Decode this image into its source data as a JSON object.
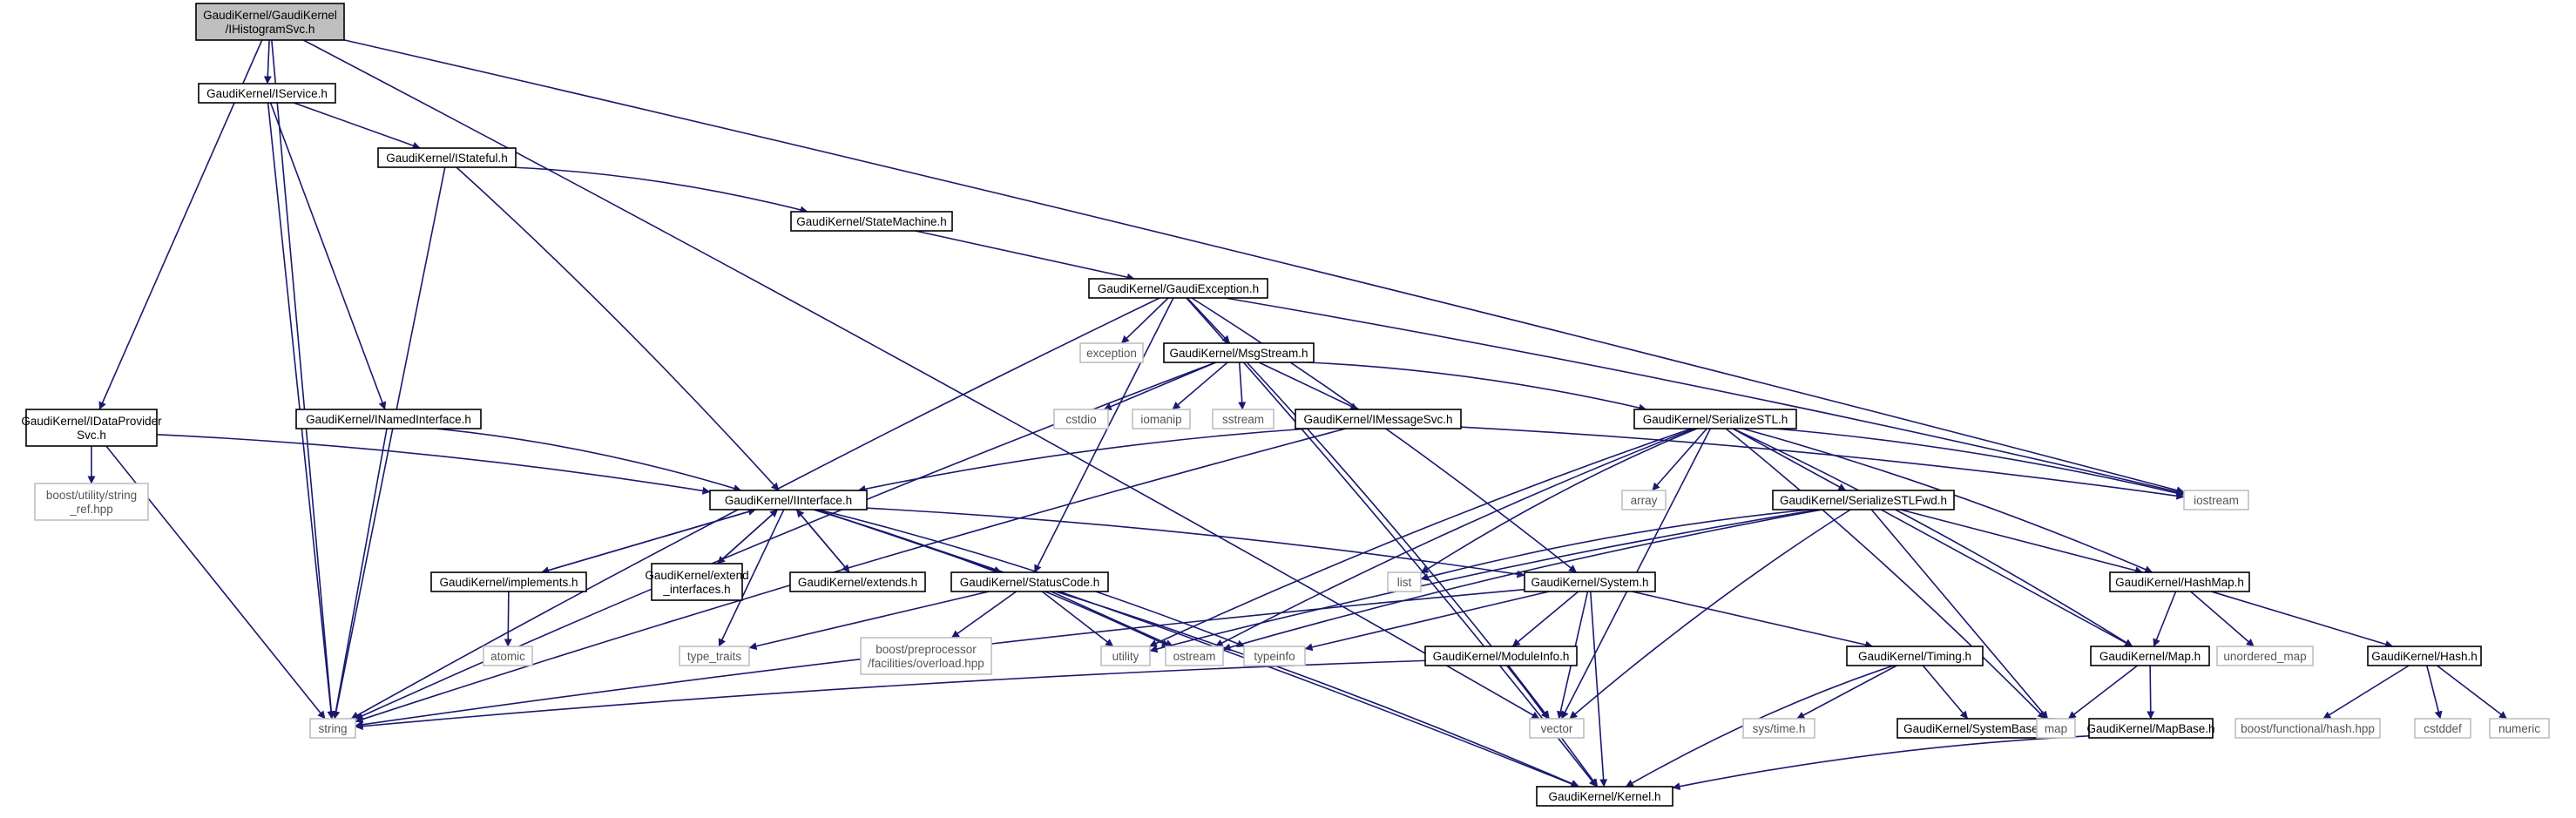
{
  "graph": {
    "colors": {
      "edge": "#191970",
      "root_fill": "#bfbfbf",
      "node_fill": "#ffffff",
      "node_border": "#000000",
      "external_border": "#bfbfbf",
      "text": "#000000",
      "external_text": "#555555"
    },
    "nodes": [
      {
        "id": "root",
        "lines": [
          "GaudiKernel/GaudiKernel",
          "/IHistogramSvc.h"
        ],
        "kind": "root"
      },
      {
        "id": "iservice",
        "lines": [
          "GaudiKernel/IService.h"
        ],
        "kind": "file"
      },
      {
        "id": "istateful",
        "lines": [
          "GaudiKernel/IStateful.h"
        ],
        "kind": "file"
      },
      {
        "id": "statemachine",
        "lines": [
          "GaudiKernel/StateMachine.h"
        ],
        "kind": "file"
      },
      {
        "id": "gaudiexception",
        "lines": [
          "GaudiKernel/GaudiException.h"
        ],
        "kind": "file"
      },
      {
        "id": "exception",
        "lines": [
          "exception"
        ],
        "kind": "external"
      },
      {
        "id": "msgstream",
        "lines": [
          "GaudiKernel/MsgStream.h"
        ],
        "kind": "file"
      },
      {
        "id": "cstdio",
        "lines": [
          "cstdio"
        ],
        "kind": "external"
      },
      {
        "id": "iomanip",
        "lines": [
          "iomanip"
        ],
        "kind": "external"
      },
      {
        "id": "sstream",
        "lines": [
          "sstream"
        ],
        "kind": "external"
      },
      {
        "id": "imessagesvc",
        "lines": [
          "GaudiKernel/IMessageSvc.h"
        ],
        "kind": "file"
      },
      {
        "id": "serializestl",
        "lines": [
          "GaudiKernel/SerializeSTL.h"
        ],
        "kind": "file"
      },
      {
        "id": "idataprovider",
        "lines": [
          "GaudiKernel/IDataProvider",
          "Svc.h"
        ],
        "kind": "file"
      },
      {
        "id": "inamedinterface",
        "lines": [
          "GaudiKernel/INamedInterface.h"
        ],
        "kind": "file"
      },
      {
        "id": "boost_string_ref",
        "lines": [
          "boost/utility/string",
          "_ref.hpp"
        ],
        "kind": "external"
      },
      {
        "id": "iinterface",
        "lines": [
          "GaudiKernel/IInterface.h"
        ],
        "kind": "file"
      },
      {
        "id": "array",
        "lines": [
          "array"
        ],
        "kind": "external"
      },
      {
        "id": "serializestlfwd",
        "lines": [
          "GaudiKernel/SerializeSTLFwd.h"
        ],
        "kind": "file"
      },
      {
        "id": "iostream",
        "lines": [
          "iostream"
        ],
        "kind": "external"
      },
      {
        "id": "implements",
        "lines": [
          "GaudiKernel/implements.h"
        ],
        "kind": "file"
      },
      {
        "id": "extend_interfaces",
        "lines": [
          "GaudiKernel/extend",
          "_interfaces.h"
        ],
        "kind": "file"
      },
      {
        "id": "extends",
        "lines": [
          "GaudiKernel/extends.h"
        ],
        "kind": "file"
      },
      {
        "id": "statuscode",
        "lines": [
          "GaudiKernel/StatusCode.h"
        ],
        "kind": "file"
      },
      {
        "id": "list",
        "lines": [
          "list"
        ],
        "kind": "external"
      },
      {
        "id": "system",
        "lines": [
          "GaudiKernel/System.h"
        ],
        "kind": "file"
      },
      {
        "id": "hashmap",
        "lines": [
          "GaudiKernel/HashMap.h"
        ],
        "kind": "file"
      },
      {
        "id": "atomic",
        "lines": [
          "atomic"
        ],
        "kind": "external"
      },
      {
        "id": "type_traits",
        "lines": [
          "type_traits"
        ],
        "kind": "external"
      },
      {
        "id": "boost_overload",
        "lines": [
          "boost/preprocessor",
          "/facilities/overload.hpp"
        ],
        "kind": "external"
      },
      {
        "id": "utility",
        "lines": [
          "utility"
        ],
        "kind": "external"
      },
      {
        "id": "ostream",
        "lines": [
          "ostream"
        ],
        "kind": "external"
      },
      {
        "id": "typeinfo",
        "lines": [
          "typeinfo"
        ],
        "kind": "external"
      },
      {
        "id": "moduleinfo",
        "lines": [
          "GaudiKernel/ModuleInfo.h"
        ],
        "kind": "file"
      },
      {
        "id": "timing",
        "lines": [
          "GaudiKernel/Timing.h"
        ],
        "kind": "file"
      },
      {
        "id": "map_h",
        "lines": [
          "GaudiKernel/Map.h"
        ],
        "kind": "file"
      },
      {
        "id": "unordered_map",
        "lines": [
          "unordered_map"
        ],
        "kind": "external"
      },
      {
        "id": "hash_h",
        "lines": [
          "GaudiKernel/Hash.h"
        ],
        "kind": "file"
      },
      {
        "id": "string",
        "lines": [
          "string"
        ],
        "kind": "external"
      },
      {
        "id": "vector",
        "lines": [
          "vector"
        ],
        "kind": "external"
      },
      {
        "id": "systime",
        "lines": [
          "sys/time.h"
        ],
        "kind": "external"
      },
      {
        "id": "systembase",
        "lines": [
          "GaudiKernel/SystemBase.h"
        ],
        "kind": "file"
      },
      {
        "id": "map",
        "lines": [
          "map"
        ],
        "kind": "external"
      },
      {
        "id": "mapbase",
        "lines": [
          "GaudiKernel/MapBase.h"
        ],
        "kind": "file"
      },
      {
        "id": "boost_hash",
        "lines": [
          "boost/functional/hash.hpp"
        ],
        "kind": "external"
      },
      {
        "id": "cstddef",
        "lines": [
          "cstddef"
        ],
        "kind": "external"
      },
      {
        "id": "numeric",
        "lines": [
          "numeric"
        ],
        "kind": "external"
      },
      {
        "id": "kernel",
        "lines": [
          "GaudiKernel/Kernel.h"
        ],
        "kind": "file"
      }
    ],
    "edges": [
      [
        "root",
        "string"
      ],
      [
        "root",
        "idataprovider"
      ],
      [
        "root",
        "iservice"
      ],
      [
        "root",
        "vector"
      ],
      [
        "root",
        "iostream"
      ],
      [
        "iservice",
        "istateful"
      ],
      [
        "iservice",
        "inamedinterface"
      ],
      [
        "iservice",
        "string"
      ],
      [
        "istateful",
        "statemachine"
      ],
      [
        "istateful",
        "iinterface"
      ],
      [
        "istateful",
        "string"
      ],
      [
        "statemachine",
        "gaudiexception"
      ],
      [
        "gaudiexception",
        "exception"
      ],
      [
        "gaudiexception",
        "msgstream"
      ],
      [
        "gaudiexception",
        "statuscode"
      ],
      [
        "gaudiexception",
        "system"
      ],
      [
        "gaudiexception",
        "iostream"
      ],
      [
        "gaudiexception",
        "string"
      ],
      [
        "gaudiexception",
        "kernel"
      ],
      [
        "msgstream",
        "cstdio"
      ],
      [
        "msgstream",
        "iomanip"
      ],
      [
        "msgstream",
        "sstream"
      ],
      [
        "msgstream",
        "imessagesvc"
      ],
      [
        "msgstream",
        "serializestl"
      ],
      [
        "msgstream",
        "string"
      ],
      [
        "msgstream",
        "vector"
      ],
      [
        "imessagesvc",
        "iinterface"
      ],
      [
        "imessagesvc",
        "string"
      ],
      [
        "imessagesvc",
        "iostream"
      ],
      [
        "serializestl",
        "array"
      ],
      [
        "serializestl",
        "serializestlfwd"
      ],
      [
        "serializestl",
        "list"
      ],
      [
        "serializestl",
        "ostream"
      ],
      [
        "serializestl",
        "utility"
      ],
      [
        "serializestl",
        "hashmap"
      ],
      [
        "serializestl",
        "map_h"
      ],
      [
        "serializestl",
        "map"
      ],
      [
        "serializestl",
        "vector"
      ],
      [
        "serializestl",
        "iostream"
      ],
      [
        "serializestlfwd",
        "list"
      ],
      [
        "serializestlfwd",
        "utility"
      ],
      [
        "serializestlfwd",
        "hashmap"
      ],
      [
        "serializestlfwd",
        "map_h"
      ],
      [
        "serializestlfwd",
        "map"
      ],
      [
        "serializestlfwd",
        "vector"
      ],
      [
        "serializestlfwd",
        "ostream"
      ],
      [
        "idataprovider",
        "iinterface"
      ],
      [
        "idataprovider",
        "boost_string_ref"
      ],
      [
        "idataprovider",
        "string"
      ],
      [
        "inamedinterface",
        "iinterface"
      ],
      [
        "inamedinterface",
        "string"
      ],
      [
        "iinterface",
        "implements"
      ],
      [
        "iinterface",
        "extend_interfaces"
      ],
      [
        "iinterface",
        "extends"
      ],
      [
        "iinterface",
        "statuscode"
      ],
      [
        "iinterface",
        "system"
      ],
      [
        "iinterface",
        "type_traits"
      ],
      [
        "iinterface",
        "ostream"
      ],
      [
        "iinterface",
        "typeinfo"
      ],
      [
        "iinterface",
        "kernel"
      ],
      [
        "implements",
        "iinterface"
      ],
      [
        "implements",
        "atomic"
      ],
      [
        "extend_interfaces",
        "iinterface"
      ],
      [
        "extends",
        "iinterface"
      ],
      [
        "statuscode",
        "boost_overload"
      ],
      [
        "statuscode",
        "type_traits"
      ],
      [
        "statuscode",
        "utility"
      ],
      [
        "statuscode",
        "ostream"
      ],
      [
        "statuscode",
        "kernel"
      ],
      [
        "system",
        "moduleinfo"
      ],
      [
        "system",
        "timing"
      ],
      [
        "system",
        "typeinfo"
      ],
      [
        "system",
        "string"
      ],
      [
        "system",
        "vector"
      ],
      [
        "system",
        "kernel"
      ],
      [
        "moduleinfo",
        "string"
      ],
      [
        "moduleinfo",
        "vector"
      ],
      [
        "moduleinfo",
        "kernel"
      ],
      [
        "timing",
        "systime"
      ],
      [
        "timing",
        "systembase"
      ],
      [
        "timing",
        "kernel"
      ],
      [
        "hashmap",
        "map_h"
      ],
      [
        "hashmap",
        "unordered_map"
      ],
      [
        "hashmap",
        "hash_h"
      ],
      [
        "map_h",
        "map"
      ],
      [
        "map_h",
        "mapbase"
      ],
      [
        "mapbase",
        "kernel"
      ],
      [
        "hash_h",
        "boost_hash"
      ],
      [
        "hash_h",
        "cstddef"
      ],
      [
        "hash_h",
        "numeric"
      ]
    ]
  }
}
